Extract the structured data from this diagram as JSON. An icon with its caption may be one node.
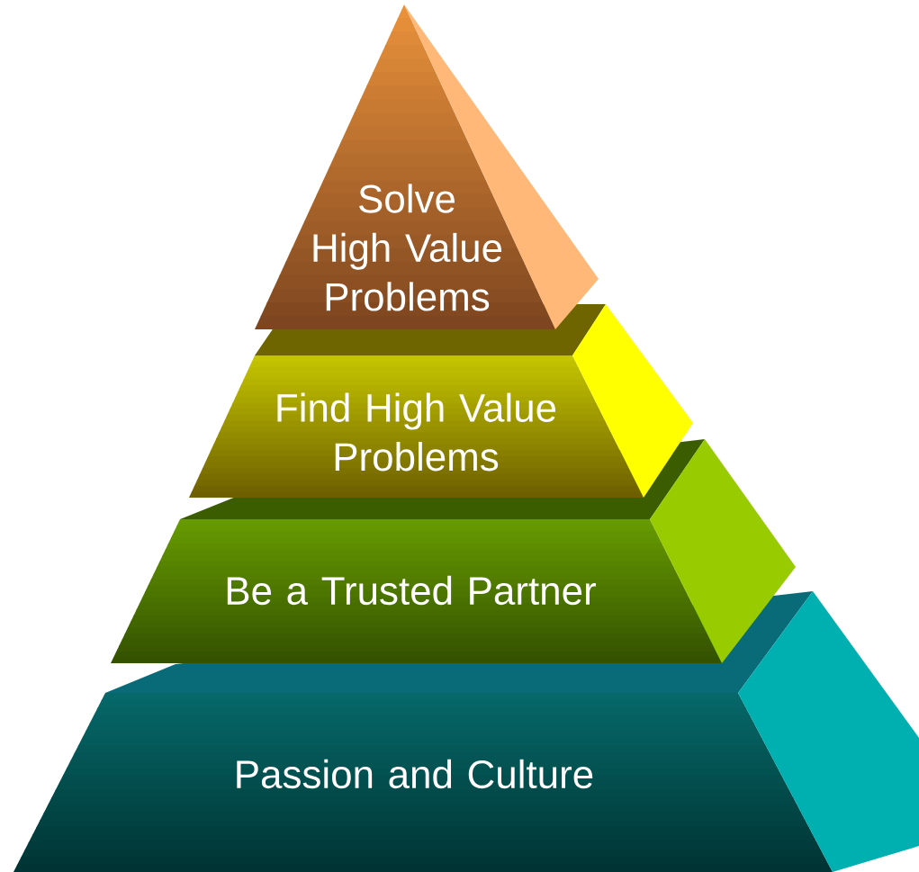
{
  "diagram": {
    "nodes": [
      {
        "text": [
          "Solve High Value Problems"
        ]
      },
      {
        "text": [
          "Find High Value Problems"
        ]
      },
      {
        "text": [
          "Be a Trusted Partner"
        ]
      },
      {
        "text": [
          "Passion and Culture"
        ]
      }
    ]
  }
}
